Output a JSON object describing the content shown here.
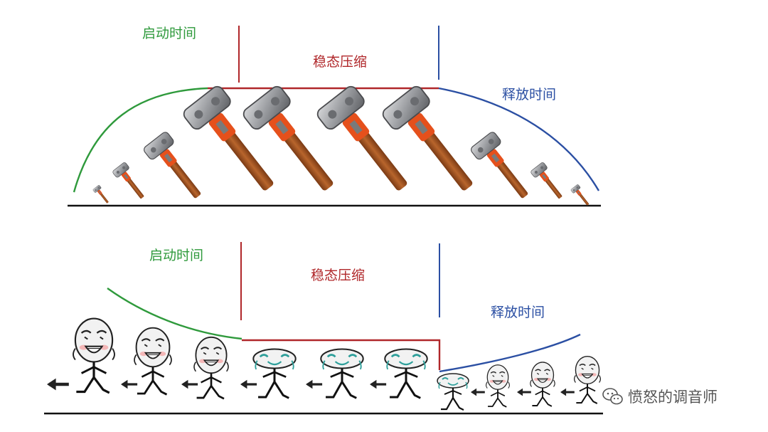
{
  "colors": {
    "attack": "#2f9a3c",
    "hold": "#b0272a",
    "release": "#2b4fa3",
    "baseline": "#111111",
    "hammer_head": "#9a9ca0",
    "hammer_handle": "#b0602a",
    "grip": "#e5501c",
    "face": "#f2f2f2",
    "watermark": "#555555"
  },
  "top_panel": {
    "labels": {
      "attack": "启动时间",
      "hold": "稳态压缩",
      "release": "释放时间"
    },
    "icon": "hammer-icon"
  },
  "bottom_panel": {
    "labels": {
      "attack": "启动时间",
      "hold": "稳态压缩",
      "release": "释放时间"
    },
    "icon": "running-meme-face-icon",
    "arrow_icon": "left-arrow-icon"
  },
  "watermark": {
    "text": "愤怒的调音师",
    "icon": "wechat-icon"
  }
}
